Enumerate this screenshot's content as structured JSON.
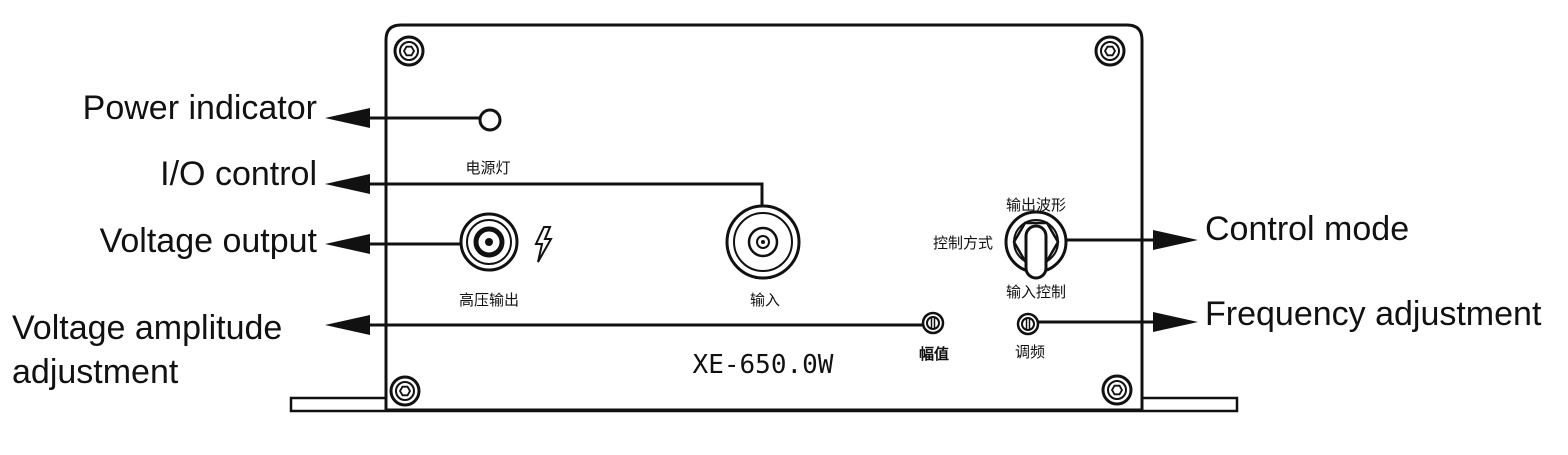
{
  "callouts": {
    "power_indicator": "Power indicator",
    "io_control": "I/O control",
    "voltage_output": "Voltage output",
    "voltage_amplitude_line1": "Voltage amplitude",
    "voltage_amplitude_line2": "adjustment",
    "control_mode": "Control mode",
    "frequency_adjustment": "Frequency adjustment"
  },
  "panel_labels": {
    "power_lamp": "电源灯",
    "high_voltage_output": "高压输出",
    "input": "输入",
    "output_waveform": "输出波形",
    "control_method": "控制方式",
    "input_control": "输入控制",
    "amplitude": "幅值",
    "frequency_tune": "调频"
  },
  "model": "XE-650.0W",
  "icons": [
    "mounting-screw-icon",
    "led-indicator-icon",
    "bnc-connector-icon",
    "high-voltage-bolt-icon",
    "toggle-switch-icon",
    "potentiometer-icon"
  ]
}
